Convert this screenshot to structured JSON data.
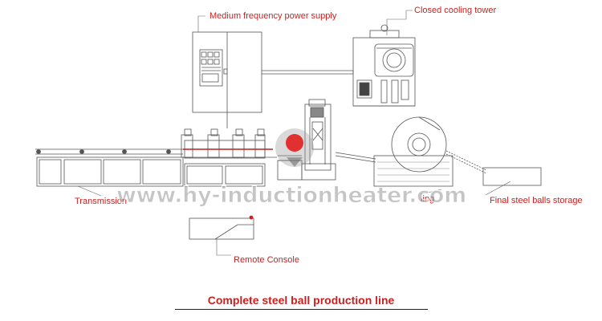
{
  "labels": {
    "power_supply": "Medium frequency power supply",
    "cooling_tower": "Closed cooling tower",
    "transmission": "Transmission",
    "quenching_fragment": "ling",
    "storage": "Final steel balls storage",
    "remote_console": "Remote Console"
  },
  "caption": "Complete steel ball production line",
  "watermark": "www.hy-inductionheater.com",
  "colors": {
    "label": "#cc1f1f",
    "line": "#444444",
    "watermark": "#969696"
  }
}
